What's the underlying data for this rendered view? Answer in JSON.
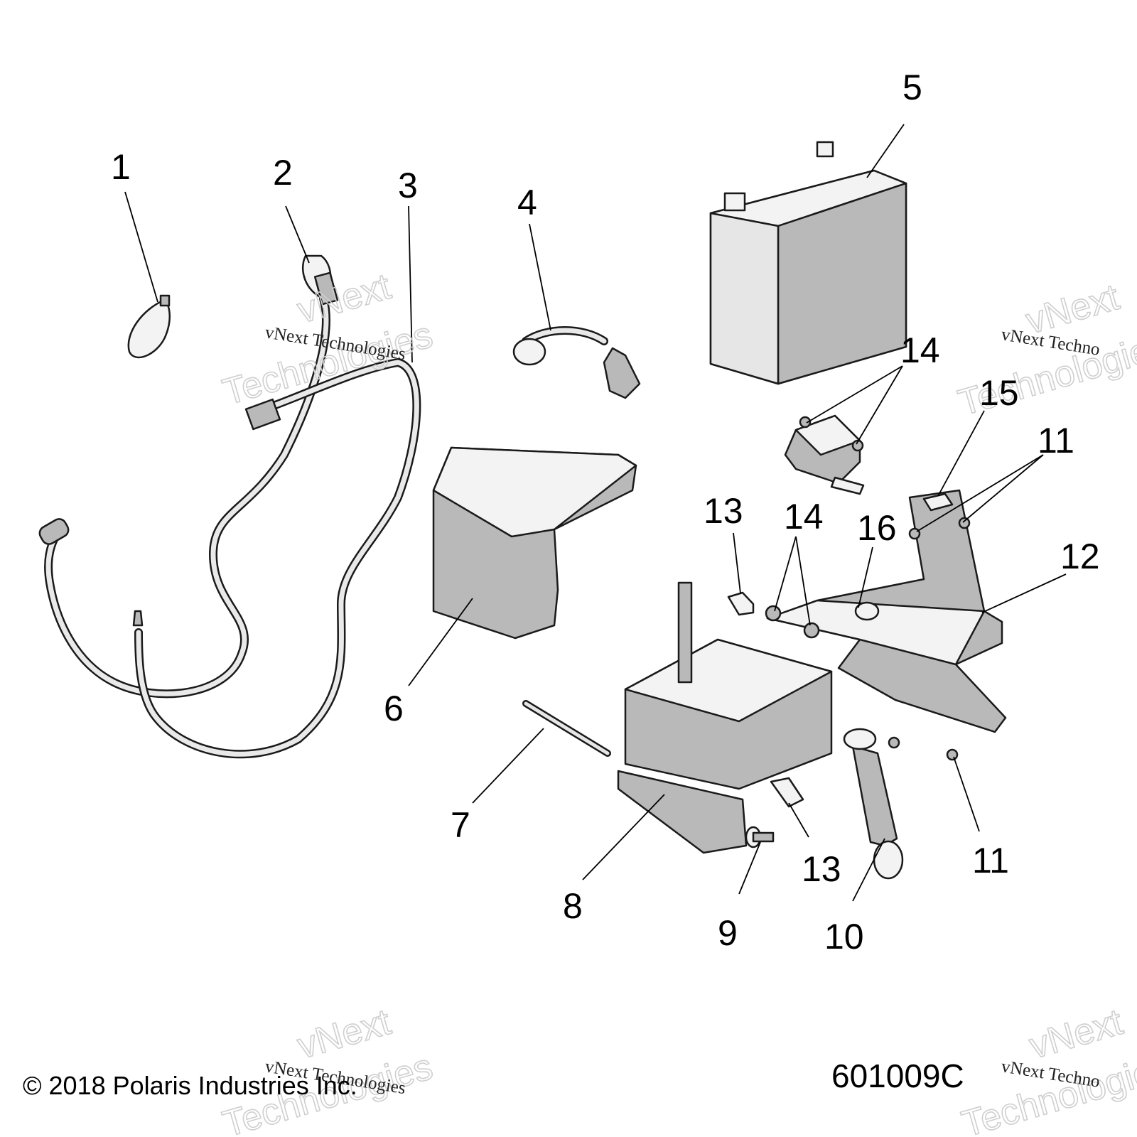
{
  "diagram": {
    "callouts": [
      {
        "label": "1"
      },
      {
        "label": "2"
      },
      {
        "label": "3"
      },
      {
        "label": "4"
      },
      {
        "label": "5"
      },
      {
        "label": "6"
      },
      {
        "label": "7"
      },
      {
        "label": "8"
      },
      {
        "label": "9"
      },
      {
        "label": "10"
      },
      {
        "label": "11"
      },
      {
        "label": "11"
      },
      {
        "label": "12"
      },
      {
        "label": "13"
      },
      {
        "label": "13"
      },
      {
        "label": "14"
      },
      {
        "label": "14"
      },
      {
        "label": "15"
      },
      {
        "label": "16"
      }
    ]
  },
  "footer": {
    "copyright": "© 2018 Polaris Industries Inc.",
    "drawing_number": "601009C"
  },
  "watermark": {
    "line1": "vNext",
    "line2": "Technologies",
    "small": "vNext Technologies",
    "small_cut": "vNext Techno"
  }
}
